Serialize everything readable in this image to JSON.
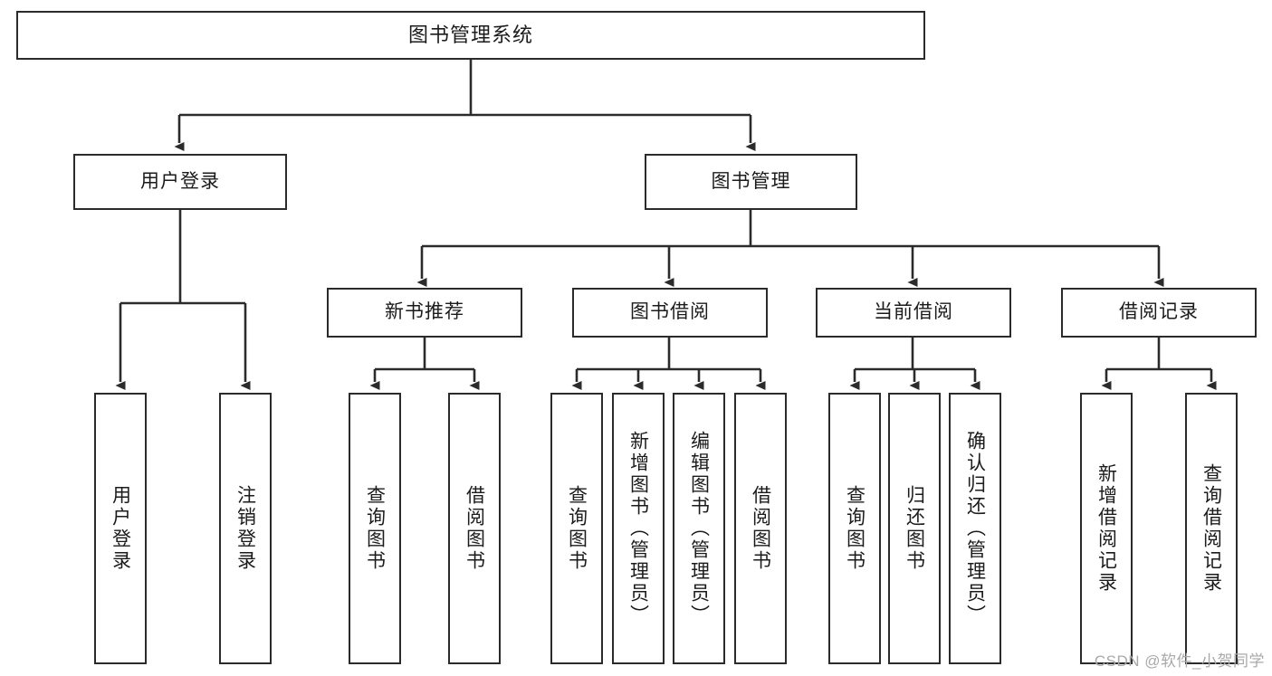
{
  "diagram": {
    "title": "图书管理系统",
    "root": {
      "label": "图书管理系统"
    },
    "level2": [
      {
        "label": "用户登录"
      },
      {
        "label": "图书管理"
      }
    ],
    "level3": [
      {
        "label": "新书推荐"
      },
      {
        "label": "图书借阅"
      },
      {
        "label": "当前借阅"
      },
      {
        "label": "借阅记录"
      }
    ],
    "leaves": {
      "user_login": [
        {
          "label": "用户登录"
        },
        {
          "label": "注销登录"
        }
      ],
      "new_book_recommend": [
        {
          "label": "查询图书"
        },
        {
          "label": "借阅图书"
        }
      ],
      "book_borrow": [
        {
          "label": "查询图书"
        },
        {
          "label": "新增图书（管理员）"
        },
        {
          "label": "编辑图书（管理员）"
        },
        {
          "label": "借阅图书"
        }
      ],
      "current_borrow": [
        {
          "label": "查询图书"
        },
        {
          "label": "归还图书"
        },
        {
          "label": "确认归还（管理员）"
        }
      ],
      "borrow_record": [
        {
          "label": "新增借阅记录"
        },
        {
          "label": "查询借阅记录"
        }
      ]
    }
  },
  "watermark": {
    "text": "CSDN @软件_小贺同学"
  },
  "colors": {
    "border": "#2b2b2b",
    "text": "#1b1b1b",
    "background": "#ffffff",
    "watermark": "#a9a9a9"
  }
}
